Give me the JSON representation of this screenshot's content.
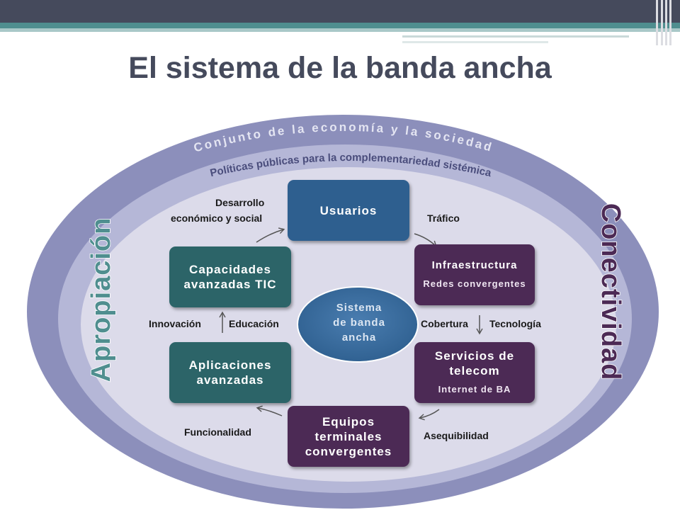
{
  "title": "El sistema de la banda ancha",
  "rings": {
    "outer": "Conjunto de la economía y la sociedad",
    "inner": "Políticas públicas para la complementariedad sistémica"
  },
  "side_left": "Apropiación",
  "side_right": "Conectividad",
  "center": [
    "Sistema",
    "de  banda",
    "ancha"
  ],
  "boxes": {
    "usuarios": {
      "line1": "Usuarios"
    },
    "infraestructura": {
      "line1": "Infraestructura",
      "sub": "Redes convergentes"
    },
    "servicios": {
      "line1": "Servicios de",
      "line2": "telecom",
      "sub": "Internet de BA"
    },
    "equipos": {
      "line1": "Equipos",
      "line2": "terminales",
      "line3": "convergentes"
    },
    "aplicaciones": {
      "line1": "Aplicaciones",
      "line2": "avanzadas"
    },
    "capacidades": {
      "line1": "Capacidades",
      "line2": "avanzadas TIC"
    }
  },
  "labels": {
    "desarrollo1": "Desarrollo",
    "desarrollo2": "económico y social",
    "trafico": "Tráfico",
    "cobertura": "Cobertura",
    "tecnologia": "Tecnología",
    "asequibilidad": "Asequibilidad",
    "funcionalidad": "Funcionalidad",
    "innovacion": "Innovación",
    "educacion": "Educación"
  },
  "colors": {
    "header": "#454a5c",
    "accent_teal": "#4f8e8f",
    "ring_outer": "#8c8fbb",
    "ring_inner": "#b5b7d7",
    "core": "#dcdbea",
    "usuarios": "#2e5f8f",
    "teal_box": "#2c6468",
    "purple_box": "#4c2a55",
    "center_ellipse": "#2e5f8f"
  }
}
